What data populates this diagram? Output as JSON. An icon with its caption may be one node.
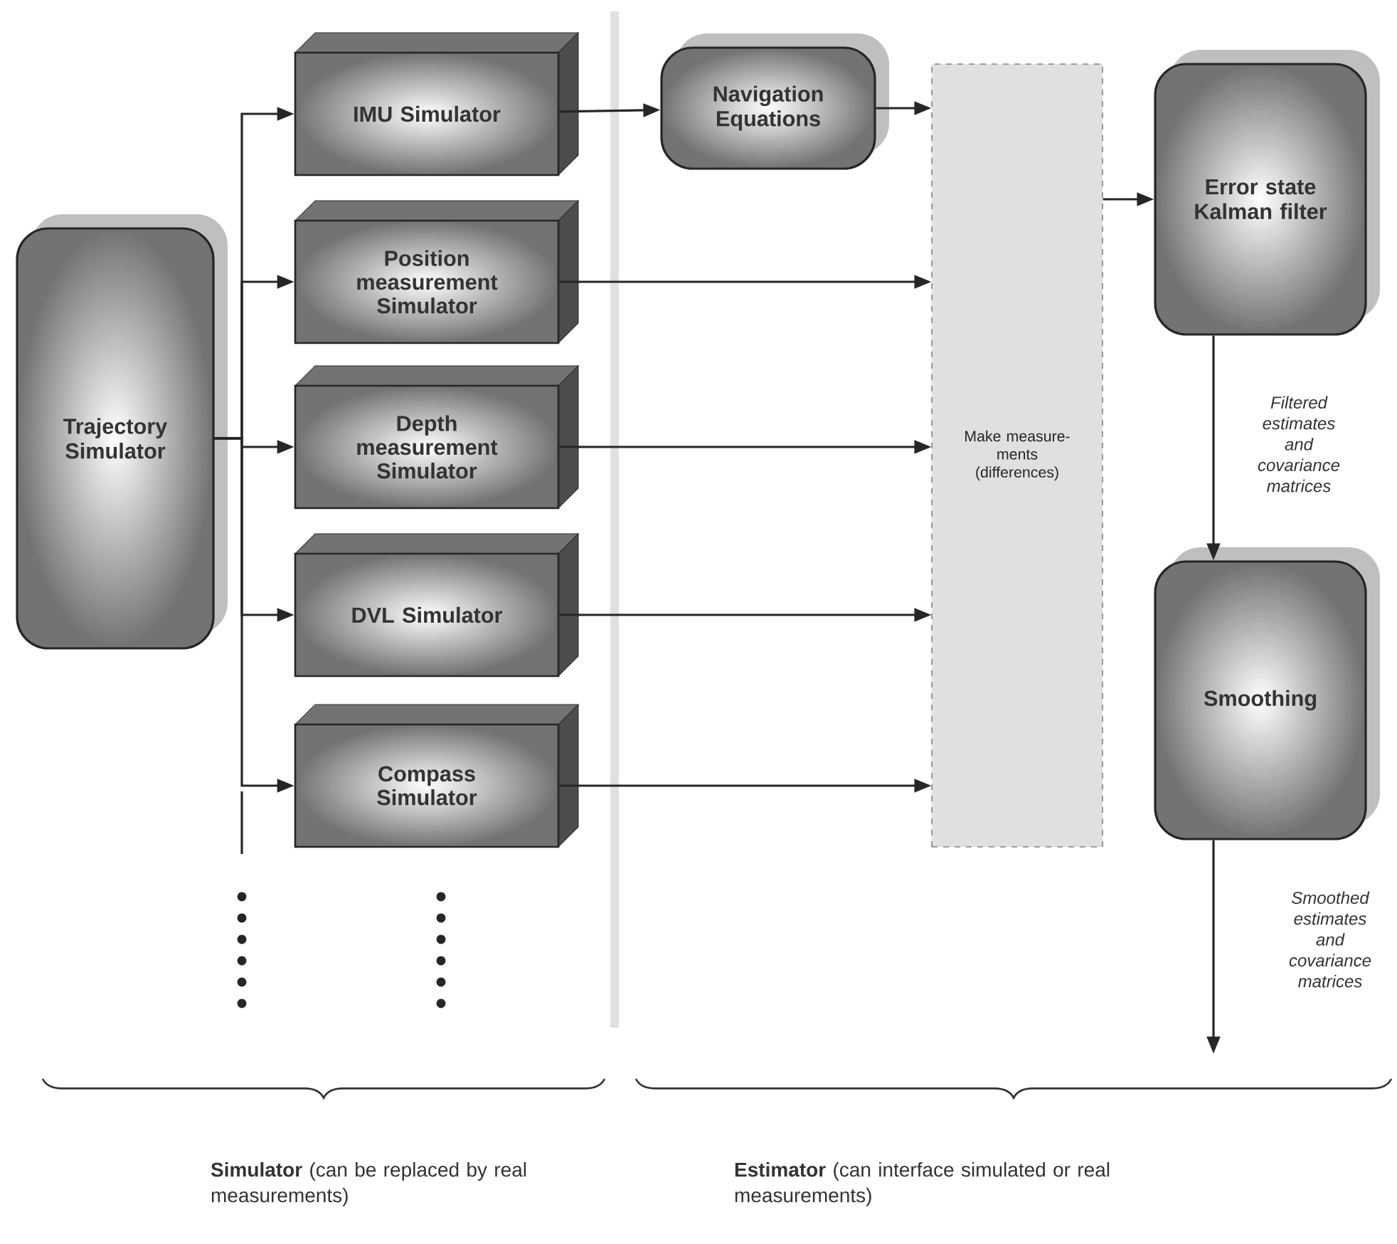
{
  "diagram": {
    "nodes": [
      {
        "text": [
          "Trajectory Simulator"
        ]
      },
      {
        "text": [
          "IMU Simulator"
        ]
      },
      {
        "text": [
          "Position measurement Simulator"
        ]
      },
      {
        "text": [
          "Depth measurement Simulator"
        ]
      },
      {
        "text": [
          "DVL Simulator"
        ]
      },
      {
        "text": [
          "Compass Simulator"
        ]
      },
      {
        "text": [
          "Navigation Equations"
        ]
      },
      {
        "text": [
          "Make measure- ments (differences)"
        ]
      },
      {
        "text": [
          "Error state Kalman filter"
        ]
      },
      {
        "text": [
          "Smoothing"
        ]
      }
    ],
    "edges": [
      {
        "from": 0,
        "to": 1,
        "arrow": "to"
      },
      {
        "from": 0,
        "to": 2,
        "arrow": "to"
      },
      {
        "from": 0,
        "to": 3,
        "arrow": "to"
      },
      {
        "from": 0,
        "to": 4,
        "arrow": "to"
      },
      {
        "from": 0,
        "to": 5,
        "arrow": "to"
      },
      {
        "from": 1,
        "to": 6,
        "arrow": "to"
      },
      {
        "from": 6,
        "to": 7,
        "arrow": "to"
      },
      {
        "from": 2,
        "to": 7,
        "arrow": "to"
      },
      {
        "from": 3,
        "to": 7,
        "arrow": "to"
      },
      {
        "from": 4,
        "to": 7,
        "arrow": "to"
      },
      {
        "from": 5,
        "to": 7,
        "arrow": "to"
      },
      {
        "from": 7,
        "to": 8,
        "arrow": "to"
      },
      {
        "from": 8,
        "to": 9,
        "arrow": "to",
        "label": "Filtered estimates and covariance matrices"
      },
      {
        "from": 9,
        "to": null,
        "arrow": "to",
        "label": "Smoothed estimates and covariance matrices"
      }
    ],
    "labels": [
      "**Simulator** (can be replaced by real measurements)",
      "**Estimator** (can interface simulated or real measurements)"
    ]
  }
}
